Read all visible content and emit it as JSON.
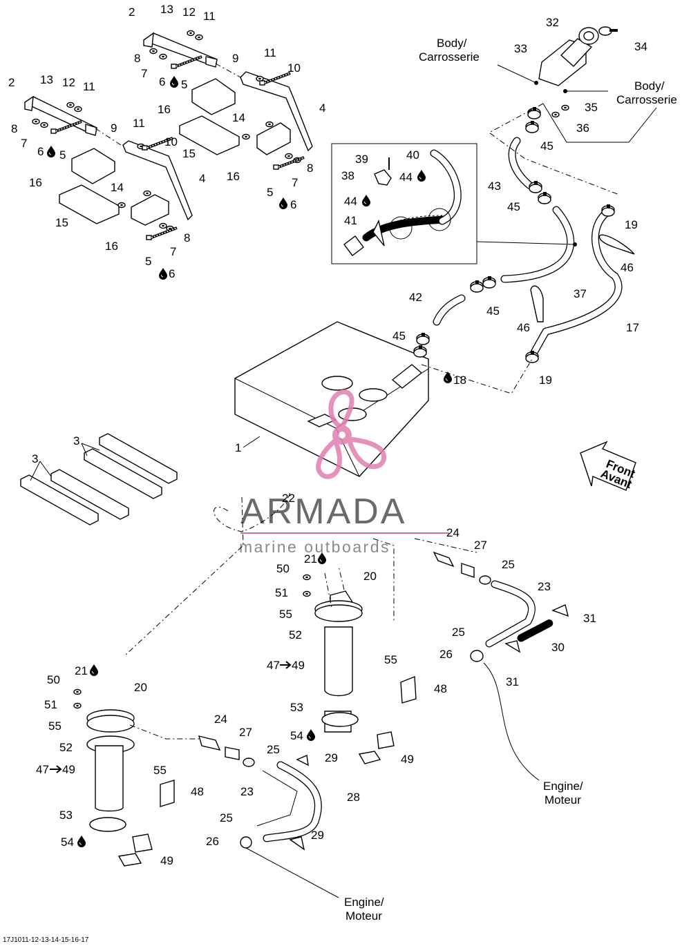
{
  "figure_code": "17J1011-12-13-14-15-16-17",
  "callouts": {
    "c1": "1",
    "c2a": "2",
    "c2b": "2",
    "c3a": "3",
    "c3b": "3",
    "c4a": "4",
    "c4b": "4",
    "c5a": "5",
    "c5b": "5",
    "c5c": "5",
    "c5d": "5",
    "c6a": "6",
    "c6b": "6",
    "c6c": "6",
    "c6d": "6",
    "c7a": "7",
    "c7b": "7",
    "c7c": "7",
    "c7d": "7",
    "c8a": "8",
    "c8b": "8",
    "c8c": "8",
    "c8d": "8",
    "c9a": "9",
    "c9b": "9",
    "c10a": "10",
    "c10b": "10",
    "c11a": "11",
    "c11b": "11",
    "c11c": "11",
    "c11d": "11",
    "c12a": "12",
    "c12b": "12",
    "c13a": "13",
    "c13b": "13",
    "c14a": "14",
    "c14b": "14",
    "c15a": "15",
    "c15b": "15",
    "c16a": "16",
    "c16b": "16",
    "c16c": "16",
    "c16d": "16",
    "c17": "17",
    "c18": "18",
    "c19a": "19",
    "c19b": "19",
    "c20a": "20",
    "c20b": "20",
    "c21a": "21",
    "c21b": "21",
    "c22": "22",
    "c23a": "23",
    "c23b": "23",
    "c24a": "24",
    "c24b": "24",
    "c25a": "25",
    "c25b": "25",
    "c25c": "25",
    "c25d": "25",
    "c26a": "26",
    "c26b": "26",
    "c27a": "27",
    "c27b": "27",
    "c28": "28",
    "c29a": "29",
    "c29b": "29",
    "c30": "30",
    "c31a": "31",
    "c31b": "31",
    "c32": "32",
    "c33": "33",
    "c34": "34",
    "c35": "35",
    "c36": "36",
    "c37": "37",
    "c38": "38",
    "c39": "39",
    "c40": "40",
    "c41": "41",
    "c42": "42",
    "c43": "43",
    "c44a": "44",
    "c44b": "44",
    "c45a": "45",
    "c45b": "45",
    "c45c": "45",
    "c45d": "45",
    "c46a": "46",
    "c46b": "46",
    "c47a": "47",
    "c47b": "49",
    "c47c": "47",
    "c47d": "49",
    "c48a": "48",
    "c48b": "48",
    "c49a": "49",
    "c49b": "49",
    "c50a": "50",
    "c50b": "50",
    "c51a": "51",
    "c51b": "51",
    "c52a": "52",
    "c52b": "52",
    "c53a": "53",
    "c53b": "53",
    "c54a": "54",
    "c54b": "54",
    "c55a": "55",
    "c55b": "55",
    "c55c": "55",
    "c55d": "55"
  },
  "labels": {
    "body_1_line1": "Body/",
    "body_1_line2": "Carrosserie",
    "body_2_line1": "Body/",
    "body_2_line2": "Carrosserie",
    "engine_1_line1": "Engine/",
    "engine_1_line2": "Moteur",
    "engine_2_line1": "Engine/",
    "engine_2_line2": "Moteur",
    "front_line1": "Front",
    "front_line2": "Avant"
  },
  "watermark": {
    "name": "ARMADA",
    "tagline": "marine outboards",
    "color": "#e07fb0"
  },
  "icons": {
    "sealant": "drop-icon",
    "arrow": "arrow-right-icon"
  }
}
